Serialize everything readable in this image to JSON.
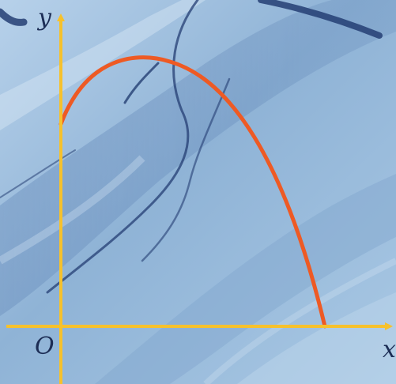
{
  "labels": {
    "y_axis": "y",
    "x_axis": "x",
    "origin": "O"
  },
  "colors": {
    "axis": "#f6c12c",
    "curve": "#ee5a24",
    "background_light": "#c4d9ec",
    "background_mid": "#8fb2d4",
    "background_dark": "#4f76a8",
    "crack": "#243e73"
  }
}
